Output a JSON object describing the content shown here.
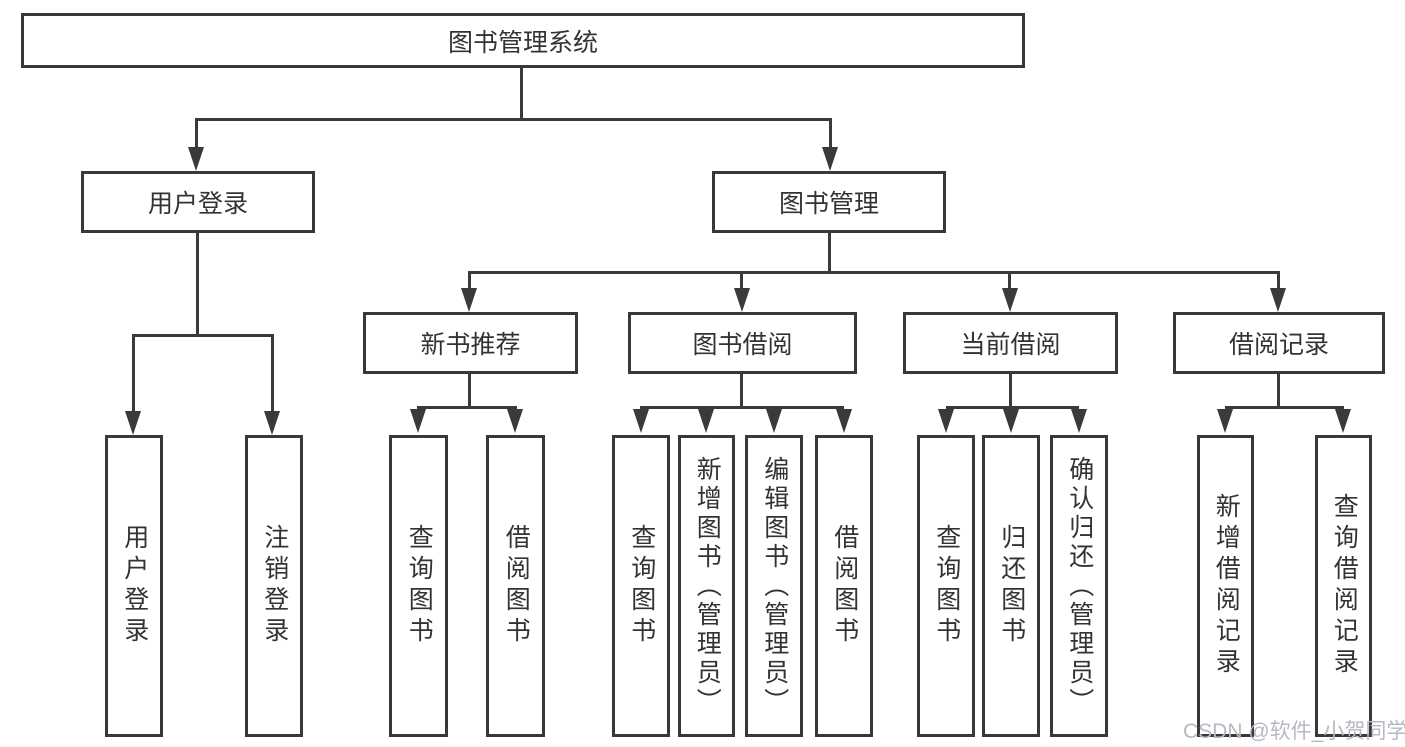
{
  "diagram": {
    "root": "图书管理系统",
    "children": [
      {
        "label": "用户登录",
        "children": [
          {
            "label": "用户登录"
          },
          {
            "label": "注销登录"
          }
        ]
      },
      {
        "label": "图书管理",
        "children": [
          {
            "label": "新书推荐",
            "children": [
              {
                "label": "查询图书"
              },
              {
                "label": "借阅图书"
              }
            ]
          },
          {
            "label": "图书借阅",
            "children": [
              {
                "label": "查询图书"
              },
              {
                "label": "新增图书（管理员）"
              },
              {
                "label": "编辑图书（管理员）"
              },
              {
                "label": "借阅图书"
              }
            ]
          },
          {
            "label": "当前借阅",
            "children": [
              {
                "label": "查询图书"
              },
              {
                "label": "归还图书"
              },
              {
                "label": "确认归还（管理员）"
              }
            ]
          },
          {
            "label": "借阅记录",
            "children": [
              {
                "label": "新增借阅记录"
              },
              {
                "label": "查询借阅记录"
              }
            ]
          }
        ]
      }
    ]
  },
  "watermark": {
    "text": "CSDN @软件_小贺同学",
    "color": "#b5b9c2"
  },
  "colors": {
    "line": "#3a3a3a",
    "border": "#383838",
    "text": "#333333",
    "background": "#ffffff"
  }
}
